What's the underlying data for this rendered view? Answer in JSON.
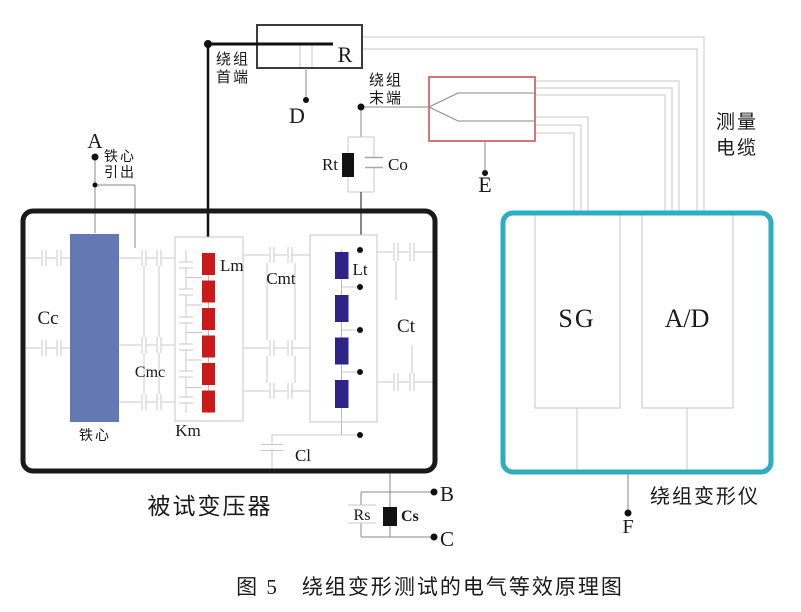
{
  "figure": {
    "caption": "图 5　绕组变形测试的电气等效原理图"
  },
  "terminals": {
    "a": "A",
    "b": "B",
    "c": "C",
    "d": "D",
    "e": "E",
    "f": "F"
  },
  "annotations": {
    "core_lead_line1": "铁心",
    "core_lead_line2": "引出",
    "winding_head_line1": "绕组",
    "winding_head_line2": "首端",
    "winding_end_line1": "绕组",
    "winding_end_line2": "末端",
    "cable_line1": "测量",
    "cable_line2": "电缆"
  },
  "transformer": {
    "title": "被试变压器",
    "core_label": "铁心",
    "labels": {
      "cc": "Cc",
      "cmc": "Cmc",
      "lm": "Lm",
      "km": "Km",
      "cmt": "Cmt",
      "lt": "Lt",
      "ct": "Ct",
      "cl": "Cl"
    }
  },
  "injection": {
    "r": "R",
    "rt": "Rt",
    "co": "Co",
    "rs": "Rs",
    "cs": "Cs"
  },
  "analyzer": {
    "title": "绕组变形仪",
    "sg": "SG",
    "ad": "A/D"
  },
  "colors": {
    "core_fill": "#6478b4",
    "lm_fill": "#cc1a1a",
    "lt_fill": "#2e2488",
    "analyzer_border": "#2fadc0",
    "connector_border": "#cc6a6a",
    "cable_line": "#c8c8c8"
  }
}
